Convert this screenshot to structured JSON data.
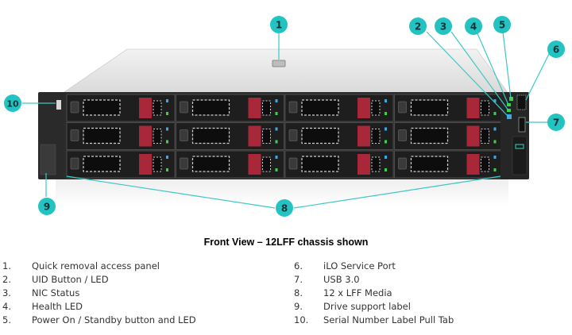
{
  "colors": {
    "callout_fill": "#22c3c0",
    "callout_line": "#3cc8c4",
    "callout_text": "#10333a",
    "chassis_top": "#e6e6e6",
    "chassis_front": "#2b2b2b",
    "drive_bay": "#1e1e1e",
    "drive_latch": "#a8283a",
    "led_blue": "#3aa9e8",
    "led_green": "#3bd14a",
    "caption_text": "#000000",
    "legend_text": "#333333"
  },
  "diagram": {
    "subject": "Server front view",
    "drive_rows": 3,
    "drive_cols": 4,
    "callouts": [
      "1",
      "2",
      "3",
      "4",
      "5",
      "6",
      "7",
      "8",
      "9",
      "10"
    ]
  },
  "caption": "Front View – 12LFF chassis shown",
  "legend": {
    "left": [
      {
        "num": "1.",
        "label": "Quick removal access panel"
      },
      {
        "num": "2.",
        "label": "UID Button / LED"
      },
      {
        "num": "3.",
        "label": "NIC Status"
      },
      {
        "num": "4.",
        "label": "Health LED"
      },
      {
        "num": "5.",
        "label": "Power On / Standby button and LED"
      }
    ],
    "right": [
      {
        "num": "6.",
        "label": "iLO Service Port"
      },
      {
        "num": "7.",
        "label": "USB 3.0"
      },
      {
        "num": "8.",
        "label": "12 x LFF Media"
      },
      {
        "num": "9.",
        "label": "Drive support label"
      },
      {
        "num": "10.",
        "label": "Serial Number Label Pull Tab"
      }
    ]
  }
}
